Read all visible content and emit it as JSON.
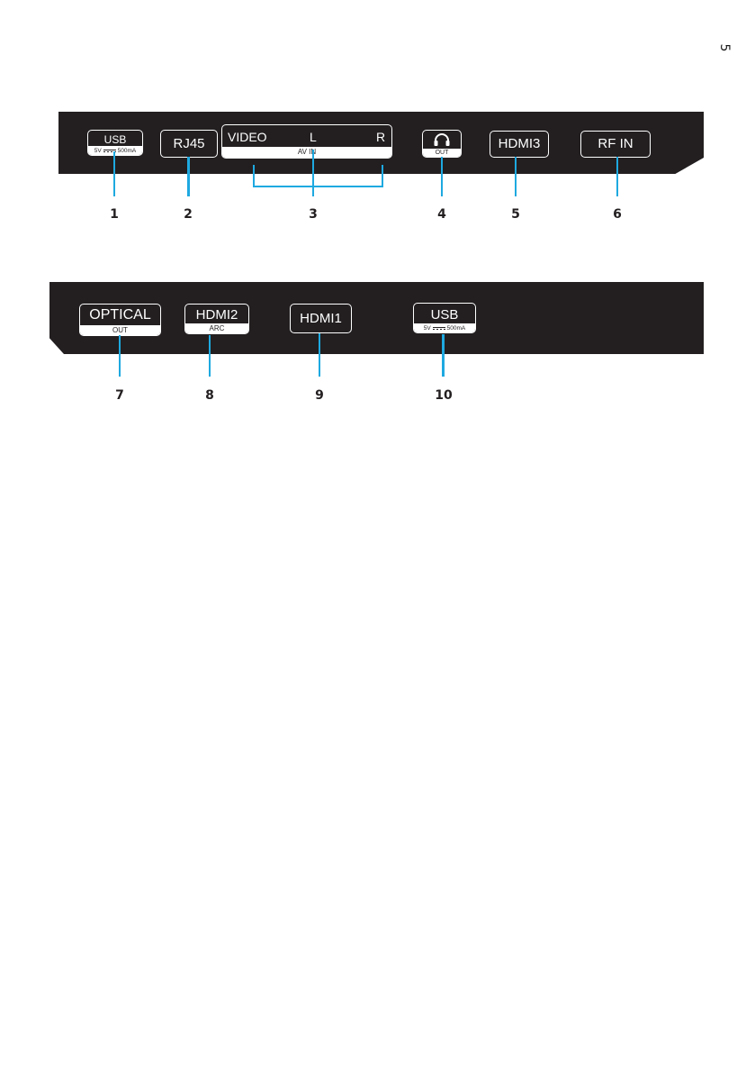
{
  "page": {
    "number": "5"
  },
  "top_panel": {
    "usb": {
      "label": "USB",
      "rating_voltage": "5V",
      "rating_current": "500mA"
    },
    "rj45": {
      "label": "RJ45"
    },
    "av_in": {
      "video": "VIDEO",
      "left": "L",
      "right": "R",
      "caption": "AV IN"
    },
    "headphone": {
      "caption": "OUT",
      "icon": "headphones-icon"
    },
    "hdmi3": {
      "label": "HDMI3"
    },
    "rf_in": {
      "label": "RF IN"
    }
  },
  "bottom_panel": {
    "optical": {
      "label": "OPTICAL",
      "caption": "OUT"
    },
    "hdmi2": {
      "label": "HDMI2",
      "caption": "ARC"
    },
    "hdmi1": {
      "label": "HDMI1"
    },
    "usb": {
      "label": "USB",
      "rating_voltage": "5V",
      "rating_current": "500mA"
    }
  },
  "callouts": [
    "1",
    "2",
    "3",
    "4",
    "5",
    "6",
    "7",
    "8",
    "9",
    "10"
  ],
  "colors": {
    "panel": "#231f20",
    "leader_line": "#1ea9e0",
    "port_outline": "#ffffff"
  }
}
